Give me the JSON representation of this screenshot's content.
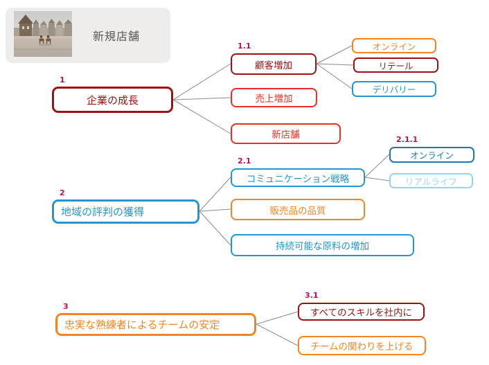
{
  "palette": {
    "maroon": "#9e1111",
    "red": "#e73023",
    "orange": "#f5841f",
    "blue": "#2196d1",
    "dark_blue": "#1b79b2",
    "light_blue": "#96d3f3",
    "number_label": "#c0104c",
    "connector_gray": "#8a8a8a",
    "card_background": "#efedeb",
    "title_text": "#575757"
  },
  "header": {
    "title": "新規店舗"
  },
  "nodes": [
    {
      "number": "1",
      "label": "企業の成長"
    },
    {
      "number": "1.1",
      "label": "顧客増加"
    },
    {
      "number": "",
      "label": "売上増加"
    },
    {
      "number": "",
      "label": "新店舗"
    },
    {
      "number": "",
      "label": "オンライン"
    },
    {
      "number": "",
      "label": "リテール"
    },
    {
      "number": "",
      "label": "デリバリー"
    },
    {
      "number": "2",
      "label": "地域の評判の獲得"
    },
    {
      "number": "2.1",
      "label": "コミュニケーション戦略"
    },
    {
      "number": "2.1.1",
      "label": "オンライン"
    },
    {
      "number": "",
      "label": "リアルライフ"
    },
    {
      "number": "",
      "label": "販売品の品質"
    },
    {
      "number": "",
      "label": "持続可能な原料の増加"
    },
    {
      "number": "3",
      "label": "忠実な熟練者によるチームの安定"
    },
    {
      "number": "3.1",
      "label": "すべてのスキルを社内に"
    },
    {
      "number": "",
      "label": "チームの関わりを上げる"
    }
  ]
}
